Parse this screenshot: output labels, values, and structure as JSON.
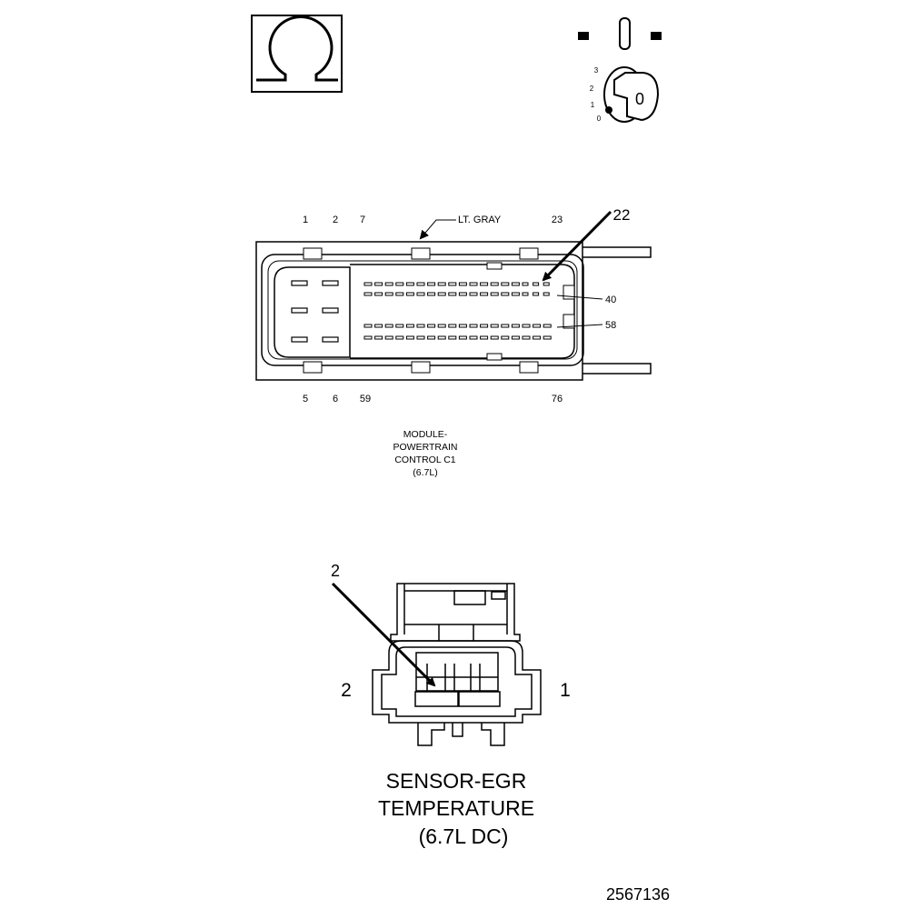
{
  "ignition_key": {
    "positions": [
      "3",
      "2",
      "1",
      "0"
    ],
    "key_label": "0"
  },
  "pcm_connector": {
    "cavity_top_left": [
      "1",
      "2",
      "7"
    ],
    "cavity_top_right": "23",
    "cavity_bottom_left": [
      "5",
      "6",
      "59"
    ],
    "cavity_bottom_right": "76",
    "color": "LT. GRAY",
    "callouts": [
      "22",
      "40",
      "58"
    ],
    "name_lines": [
      "MODULE-",
      "POWERTRAIN",
      "CONTROL C1",
      "(6.7L)"
    ]
  },
  "egr_sensor": {
    "callout": "2",
    "pin_left": "2",
    "pin_right": "1",
    "name_lines": [
      "SENSOR-EGR",
      "TEMPERATURE",
      "(6.7L DC)"
    ]
  },
  "figure_number": "2567136"
}
